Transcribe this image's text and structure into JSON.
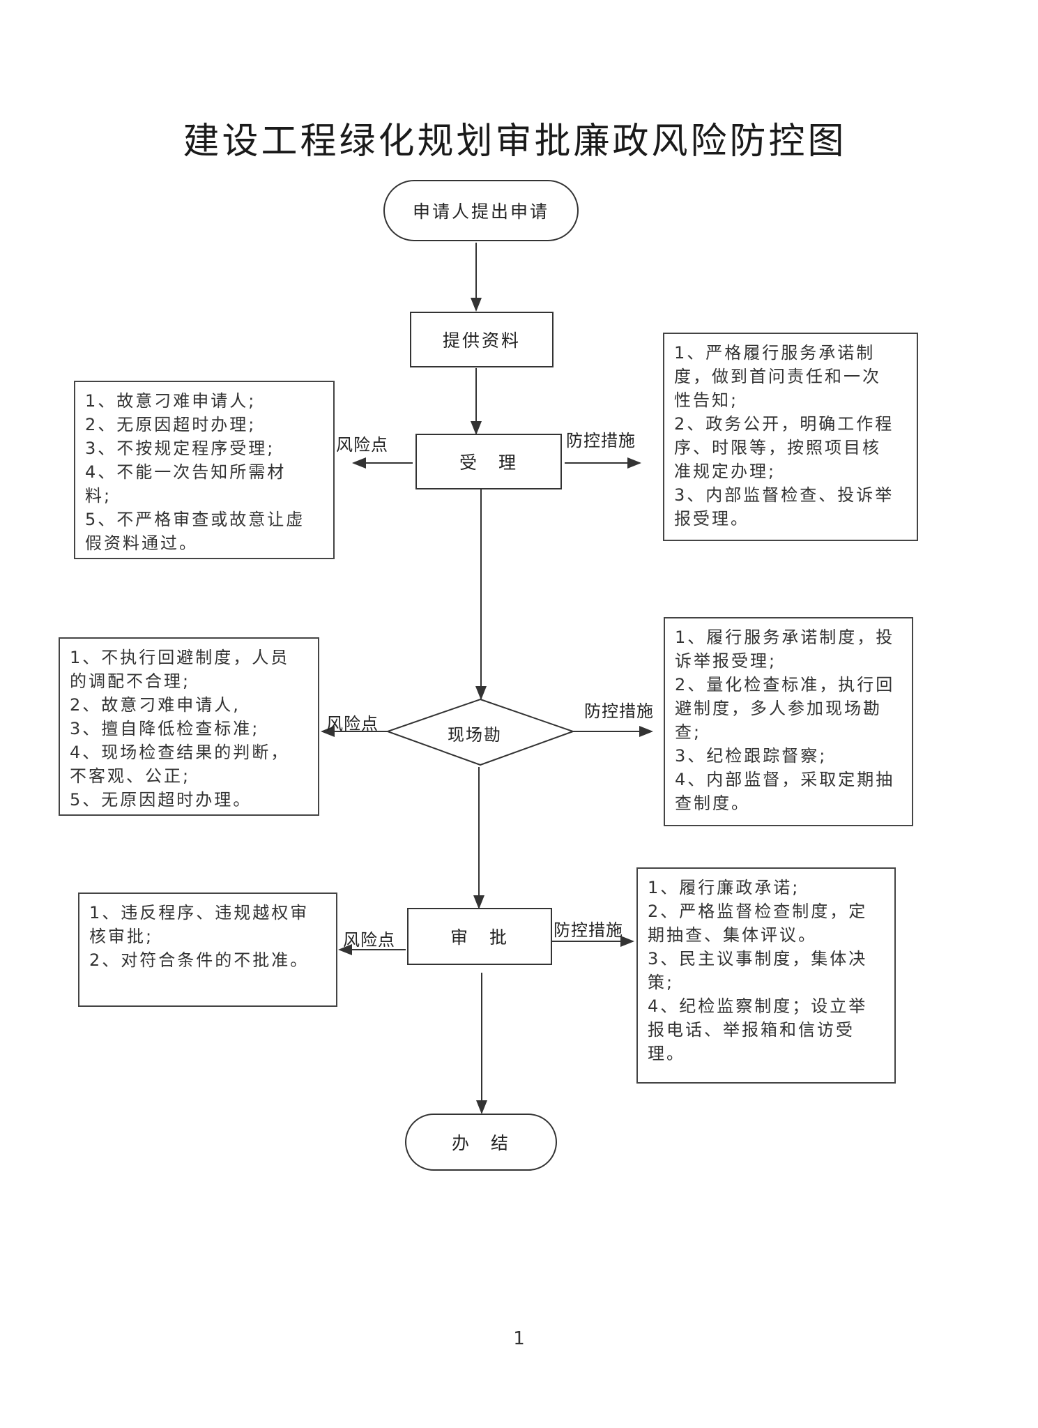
{
  "title": "建设工程绿化规划审批廉政风险防控图",
  "page_number": "1",
  "nodes": {
    "start": "申请人提出申请",
    "provide": "提供资料",
    "accept": "受　理",
    "inspect": "现场勘",
    "approve": "审　批",
    "finish": "办　结"
  },
  "labels": {
    "risk_point": "风险点",
    "control_measure": "防控措施",
    "control_measure_short": "防控措施"
  },
  "accept_risks": [
    "1、故意刁难申请人;",
    "2、无原因超时办理;",
    "3、不按规定程序受理;",
    "4、不能一次告知所需材",
    "料;",
    "5、不严格审查或故意让虚",
    "假资料通过。"
  ],
  "accept_controls": [
    "1、严格履行服务承诺制",
    "度，做到首问责任和一次",
    "性告知;",
    "2、政务公开，明确工作程",
    "序、时限等，按照项目核",
    "准规定办理;",
    "3、内部监督检查、投诉举",
    "报受理。"
  ],
  "inspect_risks": [
    "1、不执行回避制度，人员",
    "的调配不合理;",
    "2、故意刁难申请人,",
    "3、擅自降低检查标准;",
    "4、现场检查结果的判断，",
    "不客观、公正;",
    "5、无原因超时办理。"
  ],
  "inspect_controls": [
    "1、履行服务承诺制度，投",
    "诉举报受理;",
    "2、量化检查标准，执行回",
    "避制度，多人参加现场勘",
    "查;",
    "3、纪检跟踪督察;",
    "4、内部监督，采取定期抽",
    "查制度。"
  ],
  "approve_risks": [
    "1、违反程序、违规越权审",
    "核审批;",
    "2、对符合条件的不批准。"
  ],
  "approve_controls": [
    "1、履行廉政承诺;",
    "2、严格监督检查制度，定",
    "期抽查、集体评议。",
    "3、民主议事制度，集体决",
    "策;",
    "4、纪检监察制度；设立举",
    "报电话、举报箱和信访受",
    "理。"
  ]
}
